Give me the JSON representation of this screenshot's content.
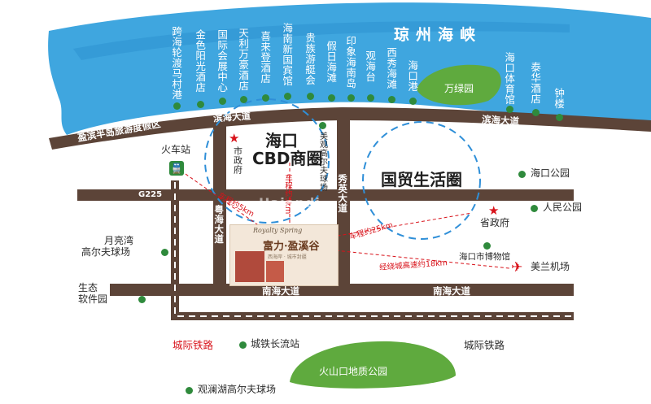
{
  "sea": {
    "name": "琼州海峡"
  },
  "coastal_landmarks": [
    {
      "name": "跨海轮渡马村港"
    },
    {
      "name": "金色阳光酒店"
    },
    {
      "name": "国际会展中心"
    },
    {
      "name": "天利万豪酒店"
    },
    {
      "name": "喜来登酒店"
    },
    {
      "name": "海南新国宾馆"
    },
    {
      "name": "贵族游艇会"
    },
    {
      "name": "假日海滩"
    },
    {
      "name": "印象海南岛"
    },
    {
      "name": "观海台"
    },
    {
      "name": "西秀海滩"
    },
    {
      "name": "海口港"
    },
    {
      "name": "海口体育馆"
    },
    {
      "name": "泰华酒店"
    },
    {
      "name": "钟楼"
    }
  ],
  "parks": {
    "wanlvyuan": "万绿园",
    "volcano": "火山口地质公园"
  },
  "roads": {
    "binhai_west": "滨海大道",
    "binhai_east": "滨海大道",
    "yingbin": "盈滨半岛旅游度假区",
    "g225": "G225",
    "yuehai": "粤海大道",
    "xiuying": "秀英大道",
    "nanhai_west": "南海大道",
    "nanhai_east": "南海大道",
    "railway_red": "城际铁路",
    "railway_black": "城际铁路"
  },
  "zones": {
    "cbd_line1": "海口",
    "cbd_line2": "CBD商圈",
    "guomao": "国贸生活圈"
  },
  "places": {
    "train_station": "火车站",
    "city_gov": "市政府",
    "meiguan": "美观高尔夫球场",
    "haikou_park": "海口公园",
    "people_park": "人民公园",
    "prov_gov": "省政府",
    "museum": "海口市博物馆",
    "airport": "美兰机场",
    "moon_bay_1": "月亮湾",
    "moon_bay_2": "高尔夫球场",
    "eco_1": "生态",
    "eco_2": "软件园",
    "changliu": "城铁长流站",
    "guanlan": "观澜湖高尔夫球场"
  },
  "distances": {
    "train": "车程约5km",
    "cbd": "车程约5km",
    "guomao": "车程约25km",
    "airport": "经绕城高速约18km"
  },
  "project": {
    "subtitle": "Royalty Spring",
    "name": "富力·盈溪谷",
    "tag": "西海岸 · 城市封疆"
  },
  "watermark": "Haiandi",
  "colors": {
    "sea": "#3fa6df",
    "road": "#5c4438",
    "park": "#5faa3e",
    "circle": "#2f8fd8",
    "accent_red": "#d8121a",
    "dot": "#2f8a3c"
  }
}
